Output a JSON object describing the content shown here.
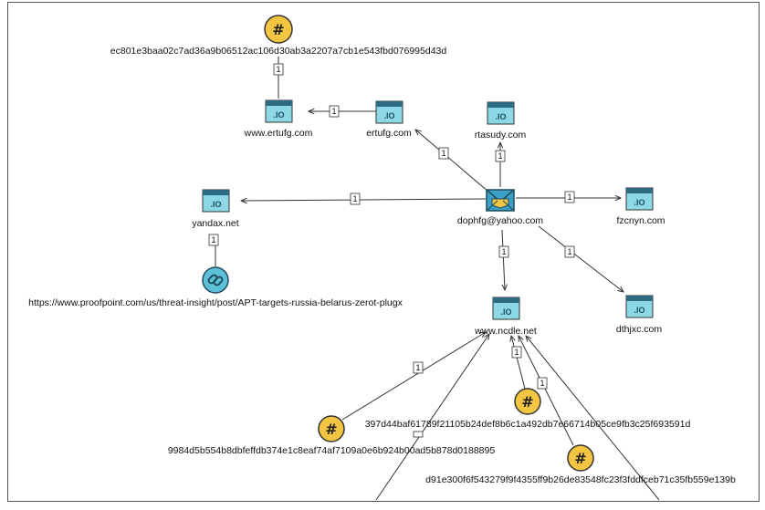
{
  "nodes": {
    "hash_top": {
      "label": "ec801e3baa02c7ad36a9b06512ac106d30ab3a2207a7cb1e543fbd076995d43d",
      "icon": "hash-icon"
    },
    "www_ertufg": {
      "label": "www.ertufg.com",
      "icon": "domain-icon"
    },
    "ertufg": {
      "label": "ertufg.com",
      "icon": "domain-icon"
    },
    "rtasudy": {
      "label": "rtasudy.com",
      "icon": "domain-icon"
    },
    "yandax": {
      "label": "yandax.net",
      "icon": "domain-icon"
    },
    "email": {
      "label": "dophfg@yahoo.com",
      "icon": "email-icon"
    },
    "fzcnyn": {
      "label": "fzcnyn.com",
      "icon": "domain-icon"
    },
    "dthjxc": {
      "label": "dthjxc.com",
      "icon": "domain-icon"
    },
    "url": {
      "label": "https://www.proofpoint.com/us/threat-insight/post/APT-targets-russia-belarus-zerot-plugx",
      "icon": "link-icon"
    },
    "ncdle": {
      "label": "www.ncdle.net",
      "icon": "domain-icon"
    },
    "hash_397": {
      "label": "397d44baf61789f21105b24def8b6c1a492db7e66714b05ce9fb3c25f693591d",
      "icon": "hash-icon"
    },
    "hash_998": {
      "label": "9984d5b554b8dbfeffdb374e1c8eaf74af7109a0e6b924b00ad5b878d0188895",
      "icon": "hash-icon"
    },
    "hash_d91": {
      "label": "d91e300f6f543279f9f4355ff9b26de83548fc23f3fddfceb71c35fb559e139b",
      "icon": "hash-icon"
    }
  },
  "edge_count": "1",
  "domain_icon_text": ".IO",
  "hash_icon_text": "#",
  "colors": {
    "domain_fill": "#8dd8e6",
    "domain_bar": "#2e6b82",
    "hash_fill": "#f4c542",
    "link_fill": "#5bc0d8",
    "email_fill": "#3aa0c8",
    "edge": "#333333"
  }
}
